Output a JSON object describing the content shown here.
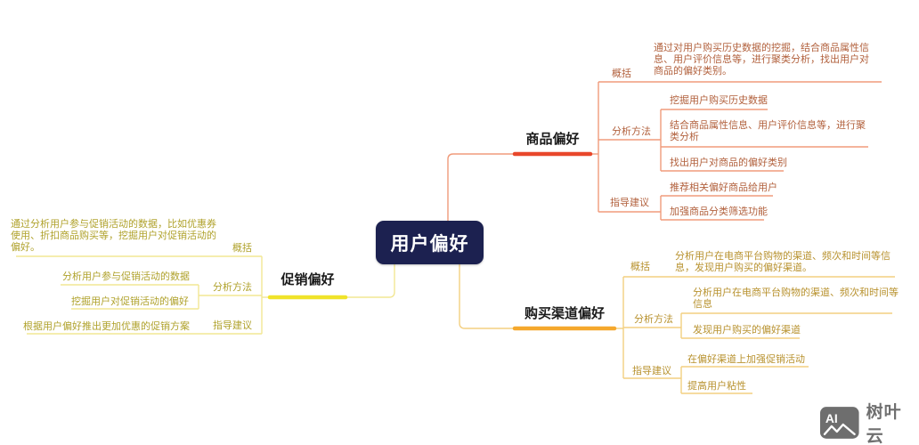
{
  "central": {
    "label": "用户偏好"
  },
  "branches": {
    "product": {
      "title": "商品偏好",
      "overview": {
        "label": "概括",
        "text": "通过对用户购买历史数据的挖掘，结合商品属性信息、用户评价信息等，进行聚类分析，找出用户对商品的偏好类别。"
      },
      "method": {
        "label": "分析方法",
        "items": [
          "挖掘用户购买历史数据",
          "结合商品属性信息、用户评价信息等，进行聚类分析",
          "找出用户对商品的偏好类别"
        ]
      },
      "advice": {
        "label": "指导建议",
        "items": [
          "推荐相关偏好商品给用户",
          "加强商品分类筛选功能"
        ]
      }
    },
    "channel": {
      "title": "购买渠道偏好",
      "overview": {
        "label": "概括",
        "text": "分析用户在电商平台购物的渠道、频次和时间等信息，发现用户购买的偏好渠道。"
      },
      "method": {
        "label": "分析方法",
        "items": [
          "分析用户在电商平台购物的渠道、频次和时间等信息",
          "发现用户购买的偏好渠道"
        ]
      },
      "advice": {
        "label": "指导建议",
        "items": [
          "在偏好渠道上加强促销活动",
          "提高用户粘性"
        ]
      }
    },
    "promotion": {
      "title": "促销偏好",
      "overview": {
        "label": "概括",
        "text": "通过分析用户参与促销活动的数据，比如优惠券使用、折扣商品购买等，挖掘用户对促销活动的偏好。"
      },
      "method": {
        "label": "分析方法",
        "items": [
          "分析用户参与促销活动的数据",
          "挖掘用户对促销活动的偏好"
        ]
      },
      "advice": {
        "label": "指导建议",
        "items": [
          "根据用户偏好推出更加优惠的促销方案"
        ]
      }
    }
  },
  "colors": {
    "central_bg": "#1c2150",
    "product_accent": "#e8472b",
    "product_line": "#f09b7b",
    "channel_accent": "#f5a82d",
    "channel_line": "#f3cf80",
    "promotion_accent": "#f0e32a",
    "promotion_line": "#f2e793"
  },
  "watermark": {
    "logo_text": "AI",
    "brand": "树叶云"
  }
}
